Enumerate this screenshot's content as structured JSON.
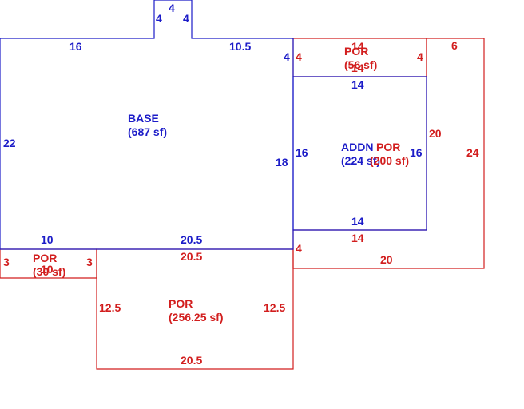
{
  "colors": {
    "blue": "#1c1cc8",
    "red": "#d21e1e"
  },
  "areas": {
    "base": {
      "name": "BASE",
      "area": "(687 sf)"
    },
    "addition": {
      "name": "ADDN",
      "area": "(224 sf)"
    },
    "porch_top": {
      "name": "POR",
      "area": "(56 sf)"
    },
    "porch_right": {
      "name": "POR",
      "area": "(200 sf)"
    },
    "porch_left": {
      "name": "POR",
      "area": "(30 sf)"
    },
    "porch_bottom": {
      "name": "POR",
      "area": "(256.25 sf)"
    }
  },
  "dimensions": {
    "base_left": "22",
    "base_top_left": "16",
    "bump_left": "4",
    "bump_top": "4",
    "bump_right": "4",
    "base_top_right": "10.5",
    "base_right_upper": "4",
    "base_right_lower": "18",
    "base_bottom_left": "10",
    "base_bottom_right": "20.5",
    "addn_top": "14",
    "addn_left": "16",
    "addn_right": "16",
    "addn_bottom": "14",
    "por_top_label_a": "14",
    "por_top_label_b": "14",
    "por_top_left": "4",
    "por_top_right": "4",
    "por_right_top": "6",
    "por_right_inner": "20",
    "por_right_outer": "24",
    "por_right_bottom_edge": "14",
    "por_right_left_lower": "4",
    "por_right_bottom": "20",
    "por_left_top": "10",
    "por_left_left": "3",
    "por_left_right": "3",
    "por_bottom_top": "20.5",
    "por_bottom_left": "12.5",
    "por_bottom_right": "12.5",
    "por_bottom_bottom": "20.5"
  }
}
